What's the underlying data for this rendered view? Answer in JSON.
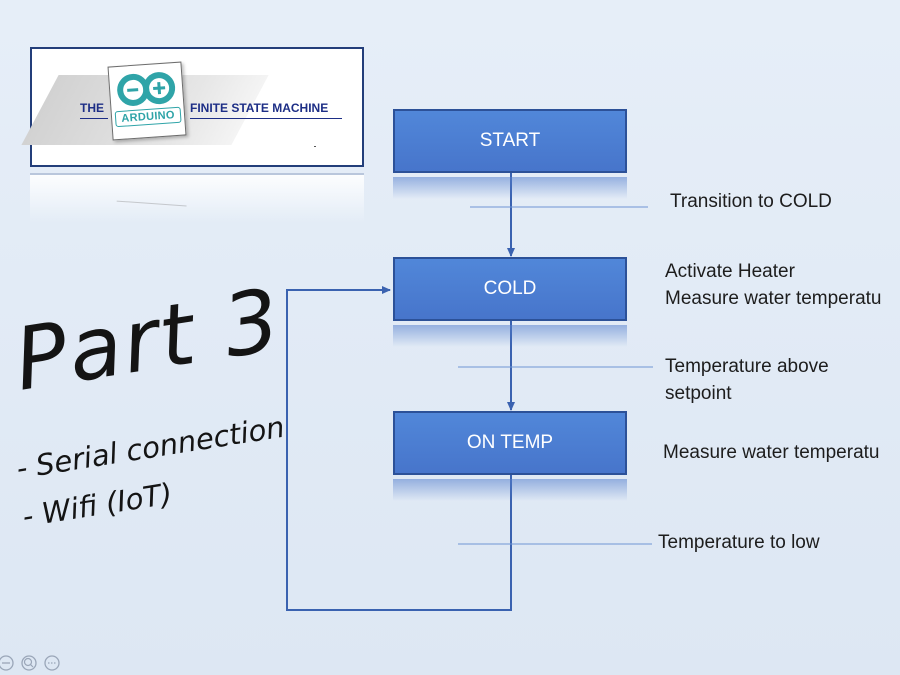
{
  "logo": {
    "the_label": "THE",
    "arduino_label": "ARDUINO",
    "title": "FINITE STATE MACHINE",
    "accent_color": "#2fa4a8",
    "text_color": "#1d2e86"
  },
  "headline": {
    "part": "Part 3",
    "bullets": [
      "- Serial connection",
      "- Wifi (IoT)"
    ]
  },
  "states": [
    {
      "label": "START"
    },
    {
      "label": "COLD"
    },
    {
      "label": "ON TEMP"
    }
  ],
  "transitions": [
    {
      "label": "Transition to COLD"
    },
    {
      "label_lines": [
        "Temperature above",
        "setpoint"
      ]
    },
    {
      "label": "Temperature to low"
    }
  ],
  "actions": {
    "cold": [
      "Activate Heater",
      "Measure water temperatu"
    ],
    "on_temp": [
      "Measure water temperatu"
    ]
  },
  "colors": {
    "state_fill": "#4f82d6",
    "state_border": "#2c5198",
    "arrow": "#3a62b0",
    "background": "#e2eaf5"
  },
  "icons": [
    "zoom-out-icon",
    "zoom-in-icon",
    "more-icon"
  ]
}
